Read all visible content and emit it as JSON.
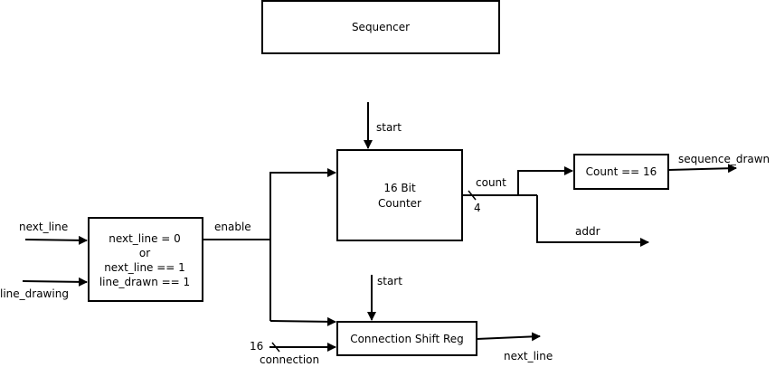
{
  "title": "Sequencer",
  "blocks": {
    "counter": {
      "line1": "16 Bit",
      "line2": "Counter"
    },
    "compare": {
      "label": "Count == 16"
    },
    "logic": {
      "line1": "next_line = 0",
      "line2": "or",
      "line3": "next_line == 1",
      "line4": "line_drawn == 1"
    },
    "shift_reg": {
      "label": "Connection Shift Reg"
    }
  },
  "signals": {
    "start_counter": "start",
    "start_shift": "start",
    "count": "count",
    "count_width": "4",
    "sequence_drawn": "sequence_drawn",
    "addr": "addr",
    "enable": "enable",
    "next_line_in": "next_line",
    "line_drawing_in": "line_drawing",
    "connection_width": "16",
    "connection": "connection",
    "next_line_out": "next_line"
  }
}
